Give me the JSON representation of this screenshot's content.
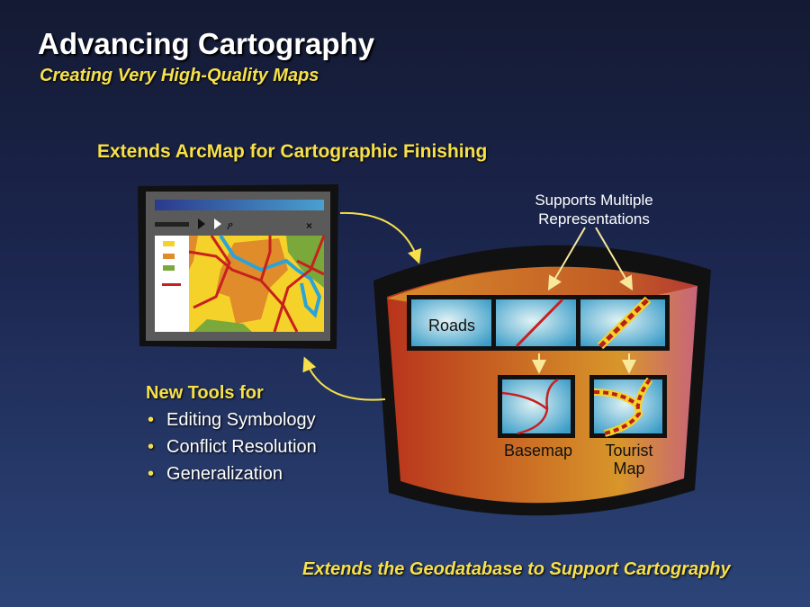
{
  "title": "Advancing Cartography",
  "subtitle": "Creating Very High-Quality Maps",
  "arcmap_heading": "Extends ArcMap for Cartographic Finishing",
  "representations_label": [
    "Supports Multiple",
    "Representations"
  ],
  "tiles": {
    "roads": "Roads",
    "basemap": "Basemap",
    "tourist": [
      "Tourist",
      "Map"
    ]
  },
  "tools": {
    "heading": "New Tools for",
    "items": [
      "Editing Symbology",
      "Conflict Resolution",
      "Generalization"
    ]
  },
  "footer": "Extends the Geodatabase to Support Cartography",
  "colors": {
    "accent": "#f7e04a",
    "road": "#c8201e",
    "water": "#2aa3d8"
  }
}
